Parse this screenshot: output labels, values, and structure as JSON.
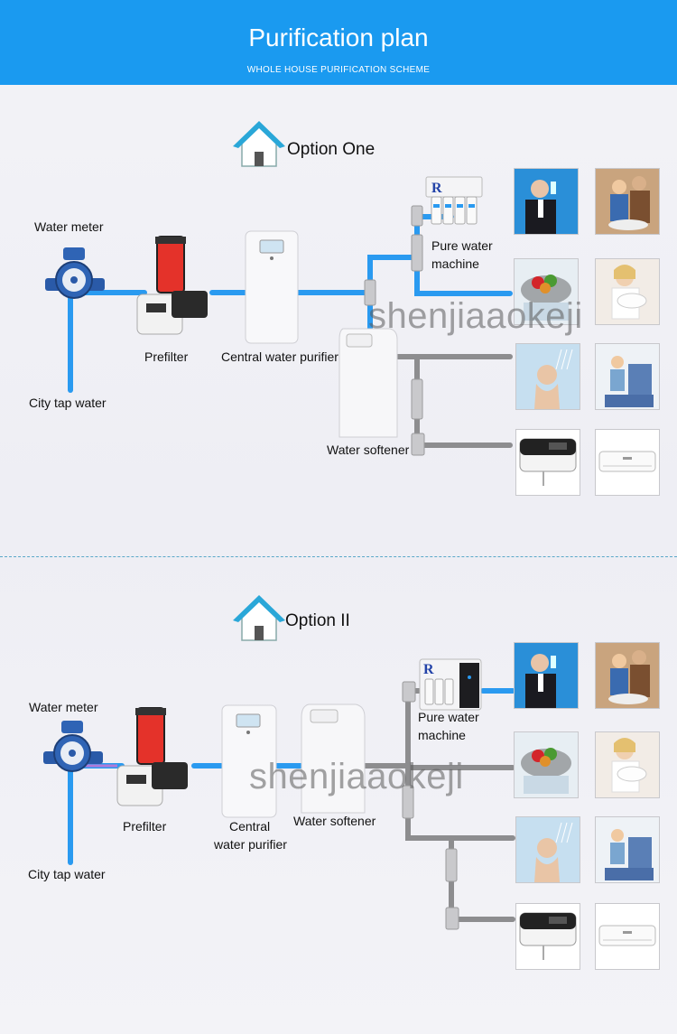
{
  "header": {
    "title": "Purification plan",
    "subtitle": "WHOLE HOUSE PURIFICATION SCHEME"
  },
  "watermark": "shenjiaaokeji",
  "option_one": {
    "title": "Option One",
    "labels": {
      "water_meter": "Water meter",
      "city_tap_water": "City tap water",
      "prefilter": "Prefilter",
      "central_water_purifier": "Central water purifier",
      "water_softener": "Water softener",
      "pure_water_machine_line1": "Pure water",
      "pure_water_machine_line2": "machine"
    }
  },
  "option_two": {
    "title": "Option II",
    "labels": {
      "water_meter": "Water meter",
      "city_tap_water": "City tap water",
      "prefilter": "Prefilter",
      "central_water_purifier_line1": "Central",
      "central_water_purifier_line2": "water purifier",
      "water_softener": "Water softener",
      "pure_water_machine_line1": "Pure water",
      "pure_water_machine_line2": "machine"
    }
  },
  "colors": {
    "header_blue": "#1a9af0",
    "pipe_blue": "#2a9af0",
    "pipe_gray": "#8a8a8a"
  }
}
